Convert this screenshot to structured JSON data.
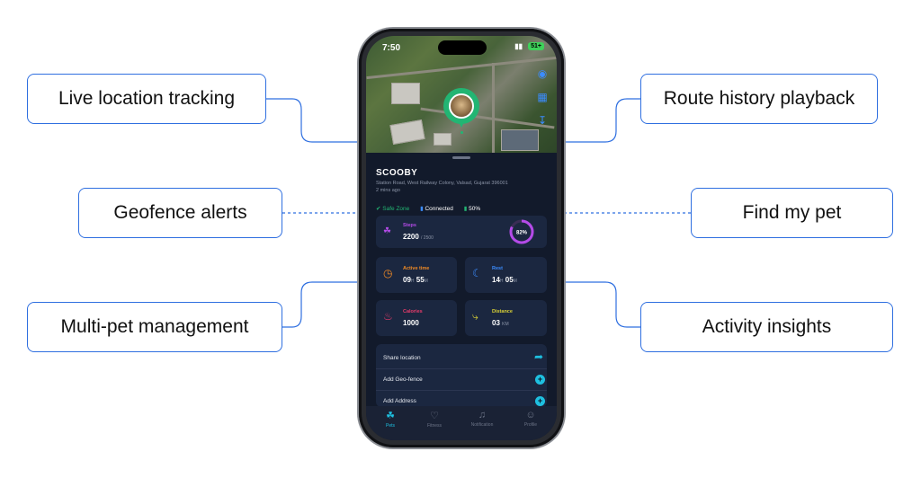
{
  "callouts": {
    "live_location": "Live location tracking",
    "geofence": "Geofence alerts",
    "multi_pet": "Multi-pet management",
    "route_history": "Route history playback",
    "find_pet": "Find my pet",
    "activity": "Activity insights"
  },
  "phone": {
    "time": "7:50",
    "battery": "51+",
    "pet": {
      "name": "SCOOBY",
      "address": "Station Road, West Railway Colony, Valsad, Gujarat 396001",
      "updated": "2 mins ago"
    },
    "status": {
      "zone": "Safe Zone",
      "connection": "Connected",
      "battery": "50%"
    },
    "steps": {
      "label": "Steps",
      "value": "2200",
      "goal": "/ 2500",
      "percent_label": "82%",
      "percent": 0.82
    },
    "active_time": {
      "label": "Active time",
      "hours": "09",
      "h_unit": "H",
      "minutes": "55",
      "m_unit": "M"
    },
    "rest": {
      "label": "Rest",
      "hours": "14",
      "h_unit": "H",
      "minutes": "05",
      "m_unit": "M"
    },
    "calories": {
      "label": "Calories",
      "value": "1000"
    },
    "distance": {
      "label": "Distance",
      "value": "03",
      "unit": "KM"
    },
    "actions": {
      "share": "Share location",
      "geofence": "Add Geo-fence",
      "address": "Add Address"
    },
    "nav": {
      "pets": "Pets",
      "fitness": "Fitness",
      "notification": "Notification",
      "profile": "Profile"
    }
  },
  "colors": {
    "callout_border": "#2f6fe0",
    "accent_green": "#22b573",
    "accent_cyan": "#1ec0e0",
    "ring_purple": "#b44be8"
  }
}
